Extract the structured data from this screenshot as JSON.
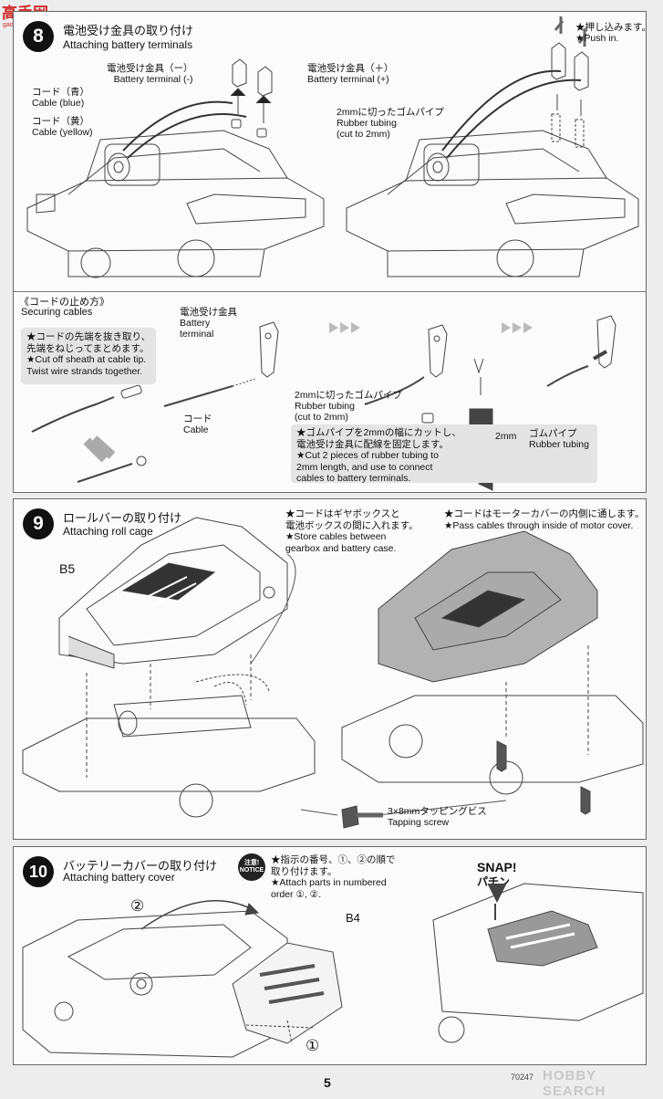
{
  "logo": {
    "text": "高手网",
    "sub": "gaoshous.net"
  },
  "step8": {
    "num": "8",
    "title_jp": "電池受け金具の取り付け",
    "title_en": "Attaching battery terminals",
    "terminal_neg": {
      "jp": "電池受け金具（ー）",
      "en": "Battery terminal (-)"
    },
    "terminal_pos": {
      "jp": "電池受け金具（＋）",
      "en": "Battery terminal (+)"
    },
    "cable_blue": {
      "jp": "コード（青）",
      "en": "Cable (blue)"
    },
    "cable_yellow": {
      "jp": "コード（黄）",
      "en": "Cable (yellow)"
    },
    "rubber": {
      "jp": "2mmに切ったゴムパイプ",
      "en1": "Rubber tubing",
      "en2": "(cut to 2mm)"
    },
    "push": {
      "jp": "★押し込みます。",
      "en": "★Push in."
    },
    "securing": {
      "jp": "《コードの止め方》",
      "en": "Securing cables"
    },
    "tip": {
      "l1": "★コードの先端を抜き取り、",
      "l2": "先端をねじってまとめます。",
      "l3": "★Cut off sheath at cable tip.",
      "l4": "Twist wire strands together."
    },
    "terminal2": {
      "jp": "電池受け金具",
      "en1": "Battery",
      "en2": "terminal"
    },
    "cable": {
      "jp": "コード",
      "en": "Cable"
    },
    "rubber2": {
      "jp": "2mmに切ったゴムパイプ",
      "en1": "Rubber tubing",
      "en2": "(cut to 2mm)"
    },
    "cut_note": {
      "l1": "★ゴムパイプを2mmの幅にカットし、",
      "l2": "電池受け金具に配線を固定します。",
      "l3": "★Cut 2 pieces of rubber tubing to",
      "l4": "2mm length, and use to connect",
      "l5": "cables to battery terminals."
    },
    "dim": "2mm",
    "tubing_jp": "ゴムパイプ",
    "tubing_en": "Rubber tubing"
  },
  "step9": {
    "num": "9",
    "title_jp": "ロールバーの取り付け",
    "title_en": "Attaching roll cage",
    "part": "B5",
    "note1": {
      "l1": "★コードはギヤボックスと",
      "l2": "電池ボックスの間に入れます。",
      "l3": "★Store cables between",
      "l4": "gearbox and battery case."
    },
    "note2": {
      "l1": "★コードはモーターカバーの内側に通します。",
      "l2": "★Pass cables through inside of motor cover."
    },
    "screw_jp": "3×8mmタッピングビス",
    "screw_en": "Tapping screw"
  },
  "step10": {
    "num": "10",
    "title_jp": "バッテリーカバーの取り付け",
    "title_en": "Attaching battery cover",
    "notice_jp": "注意!",
    "notice_en": "NOTICE",
    "note": {
      "l1": "★指示の番号、①、②の順で",
      "l2": "取り付けます。",
      "l3": "★Attach parts in numbered",
      "l4": "order ①, ②."
    },
    "part": "B4",
    "mark1": "①",
    "mark2": "②",
    "snap_en": "SNAP!",
    "snap_jp": "パチン"
  },
  "page_number": "5",
  "footer_code": "70247",
  "watermark": "HOBBY SEARCH"
}
